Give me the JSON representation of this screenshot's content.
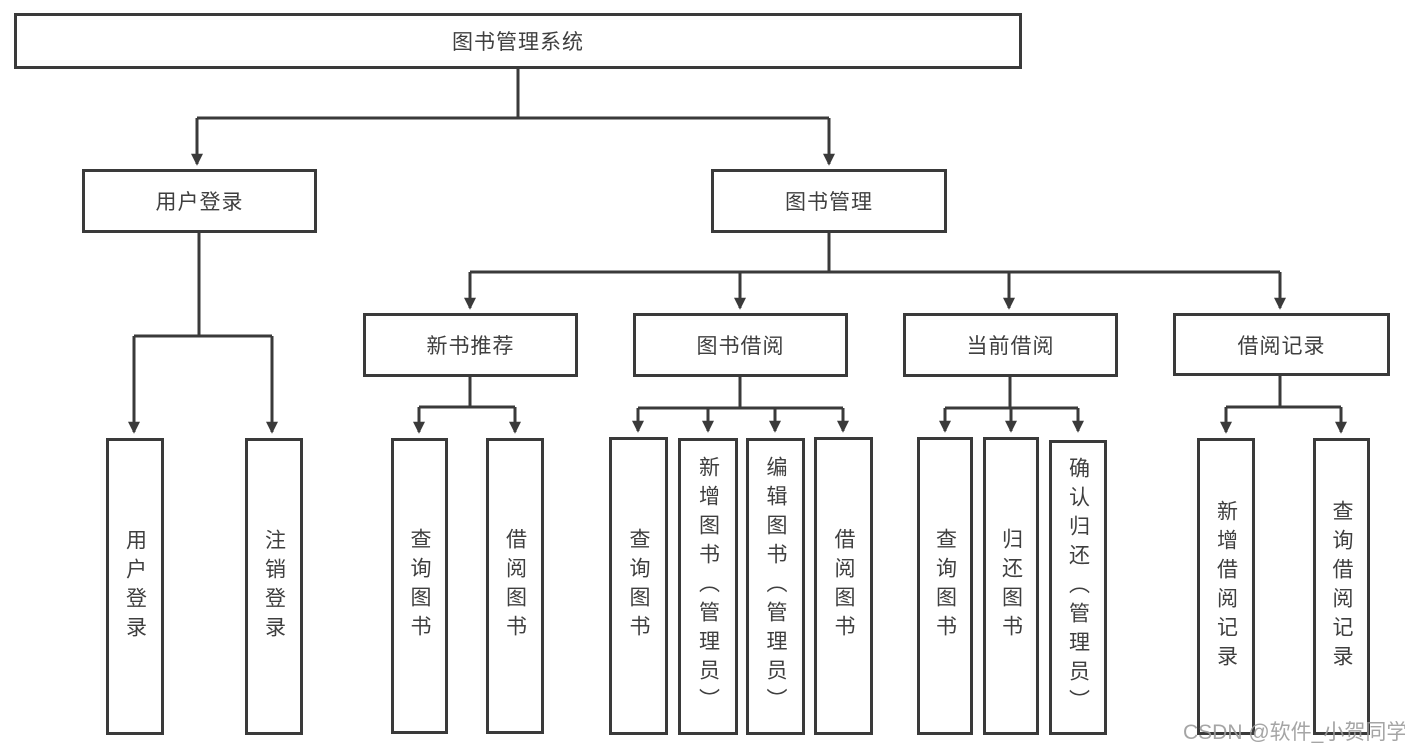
{
  "title": "图书管理系统",
  "level1": [
    "用户登录",
    "图书管理"
  ],
  "level2": [
    "新书推荐",
    "图书借阅",
    "当前借阅",
    "借阅记录"
  ],
  "leaves": {
    "userLogin": [
      "用户登录",
      "注销登录"
    ],
    "newBook": [
      "查询图书",
      "借阅图书"
    ],
    "bookBorrow": [
      "查询图书",
      "新增图书（管理员）",
      "编辑图书（管理员）",
      "借阅图书"
    ],
    "currentBorrow": [
      "查询图书",
      "归还图书",
      "确认归还（管理员）"
    ],
    "borrowRecord": [
      "新增借阅记录",
      "查询借阅记录"
    ]
  },
  "watermark": "CSDN @软件_小贺同学",
  "colors": {
    "line": "#3a3a3a",
    "text": "#3f3f3f",
    "watermark": "#9c9c9c",
    "background": "#ffffff"
  }
}
